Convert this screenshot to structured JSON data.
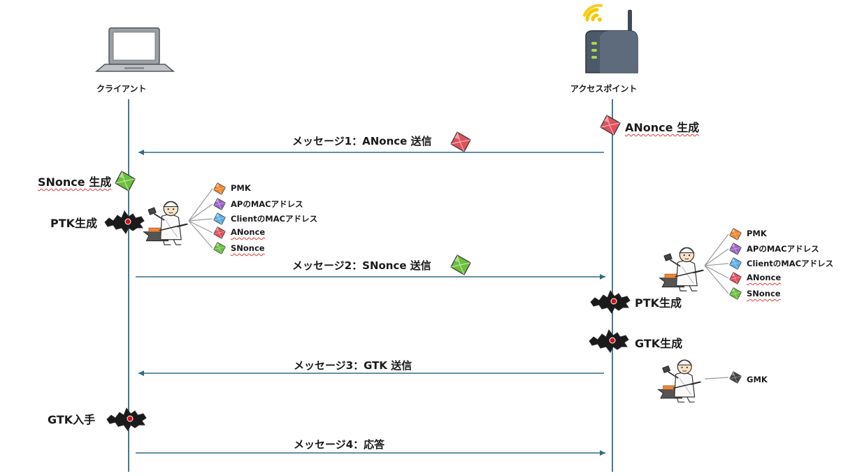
{
  "client": {
    "label": "クライアント"
  },
  "ap": {
    "label": "アクセスポイント"
  },
  "notes": {
    "anonce_gen": "ANonce 生成",
    "snonce_gen": "SNonce 生成",
    "ptk_gen_client": "PTK生成",
    "ptk_gen_ap": "PTK生成",
    "gtk_gen": "GTK生成",
    "gtk_get": "GTK入手"
  },
  "messages": [
    {
      "label": "メッセージ1：ANonce 送信",
      "direction": "to-client"
    },
    {
      "label": "メッセージ2：SNonce 送信",
      "direction": "to-ap"
    },
    {
      "label": "メッセージ3：GTK 送信",
      "direction": "to-client"
    },
    {
      "label": "メッセージ4：応答",
      "direction": "to-ap"
    }
  ],
  "client_ingredients": [
    "PMK",
    "APのMACアドレス",
    "ClientのMACアドレス",
    "ANonce",
    "SNonce"
  ],
  "ap_ingredients": [
    "PMK",
    "APのMACアドレス",
    "ClientのMACアドレス",
    "ANonce",
    "SNonce"
  ],
  "gtk_ingredients": [
    "GMK"
  ],
  "colors": {
    "lifeline": "#2f6b8a",
    "arrow": "#2f6b8a",
    "pmk": "#f0862c",
    "ap_mac": "#9b63c4",
    "client_mac": "#5aaee6",
    "anonce": "#e0505c",
    "snonce": "#6cbf3c",
    "ptk": "#d9b43a",
    "gtk": "#4a4a4a",
    "wifi": "#f5c800"
  }
}
